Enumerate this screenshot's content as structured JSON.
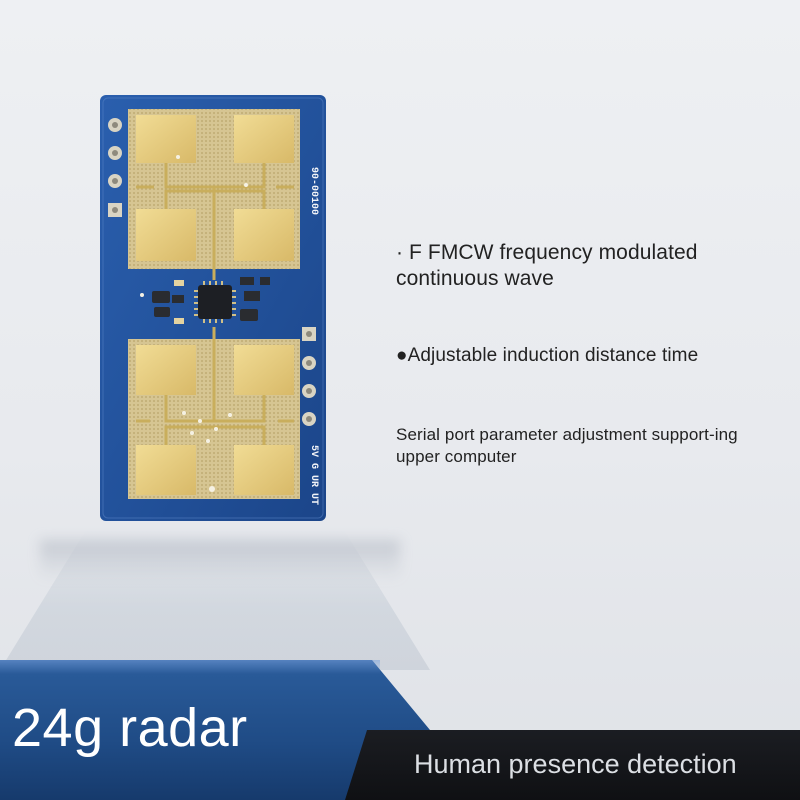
{
  "features": [
    {
      "text": "· F FMCW frequency modulated continuous wave"
    },
    {
      "text": "●Adjustable induction distance time"
    },
    {
      "text": "Serial port parameter adjustment support-ing upper computer"
    }
  ],
  "pcb": {
    "label_top": "90-00100",
    "pin_labels": "5V G UR UT"
  },
  "banner": {
    "title": "24g radar",
    "subtitle": "Human presence detection"
  },
  "colors": {
    "pcb_blue": "#1f4f9a",
    "antenna_gold": "#e3c879",
    "banner_blue": "#1f4b85",
    "banner_dark": "#111216"
  }
}
